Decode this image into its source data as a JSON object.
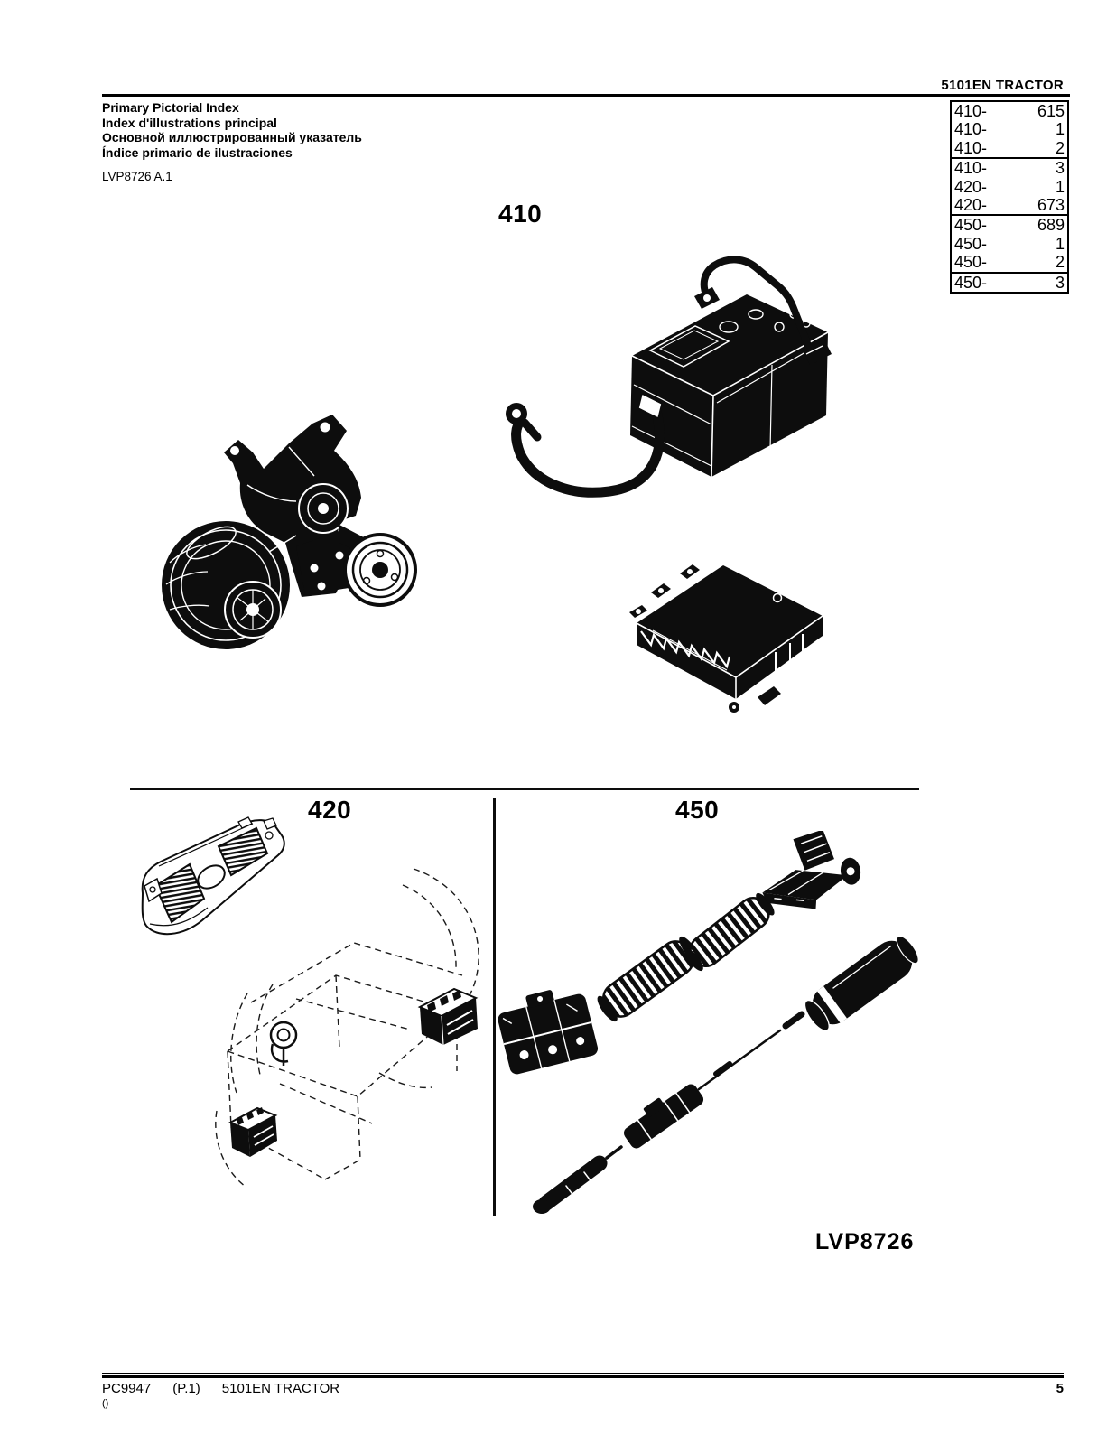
{
  "header": {
    "title": "5101EN TRACTOR"
  },
  "title_block": {
    "lines": [
      "Primary Pictorial Index",
      "Index d'illustrations principal",
      "Основной иллюстрированный указатель",
      "Índice primario de ilustraciones"
    ],
    "code": "LVP8726 A.1"
  },
  "index_table": {
    "groups": [
      {
        "rows": [
          {
            "label": "410-",
            "value": "615"
          },
          {
            "label": "410-",
            "value": "1"
          },
          {
            "label": "410-",
            "value": "2"
          }
        ]
      },
      {
        "rows": [
          {
            "label": "410-",
            "value": "3"
          },
          {
            "label": "420-",
            "value": "1"
          },
          {
            "label": "420-",
            "value": "673"
          }
        ]
      },
      {
        "rows": [
          {
            "label": "450-",
            "value": "689"
          },
          {
            "label": "450-",
            "value": "1"
          },
          {
            "label": "450-",
            "value": "2"
          }
        ]
      },
      {
        "rows": [
          {
            "label": "450-",
            "value": "3"
          }
        ]
      }
    ]
  },
  "sections": [
    {
      "label": "410"
    },
    {
      "label": "420"
    },
    {
      "label": "450"
    }
  ],
  "illustrations": {
    "section_410": [
      "alternator-with-mounting-bracket",
      "battery-with-cable-and-holddown-rod",
      "engine-control-unit"
    ],
    "section_420": [
      "front-grille",
      "transmission-housing-phantom-with-connector-blocks"
    ],
    "section_450": [
      "wiring-harness-connectors-conduits-and-cable"
    ]
  },
  "figure_code": "LVP8726",
  "footer": {
    "doc_code": "PC9947",
    "page_ref": "(P.1)",
    "doc_title": "5101EN TRACTOR",
    "note": "()",
    "page_number": "5"
  },
  "colors": {
    "ink": "#0d0d0d",
    "paper": "#ffffff"
  }
}
